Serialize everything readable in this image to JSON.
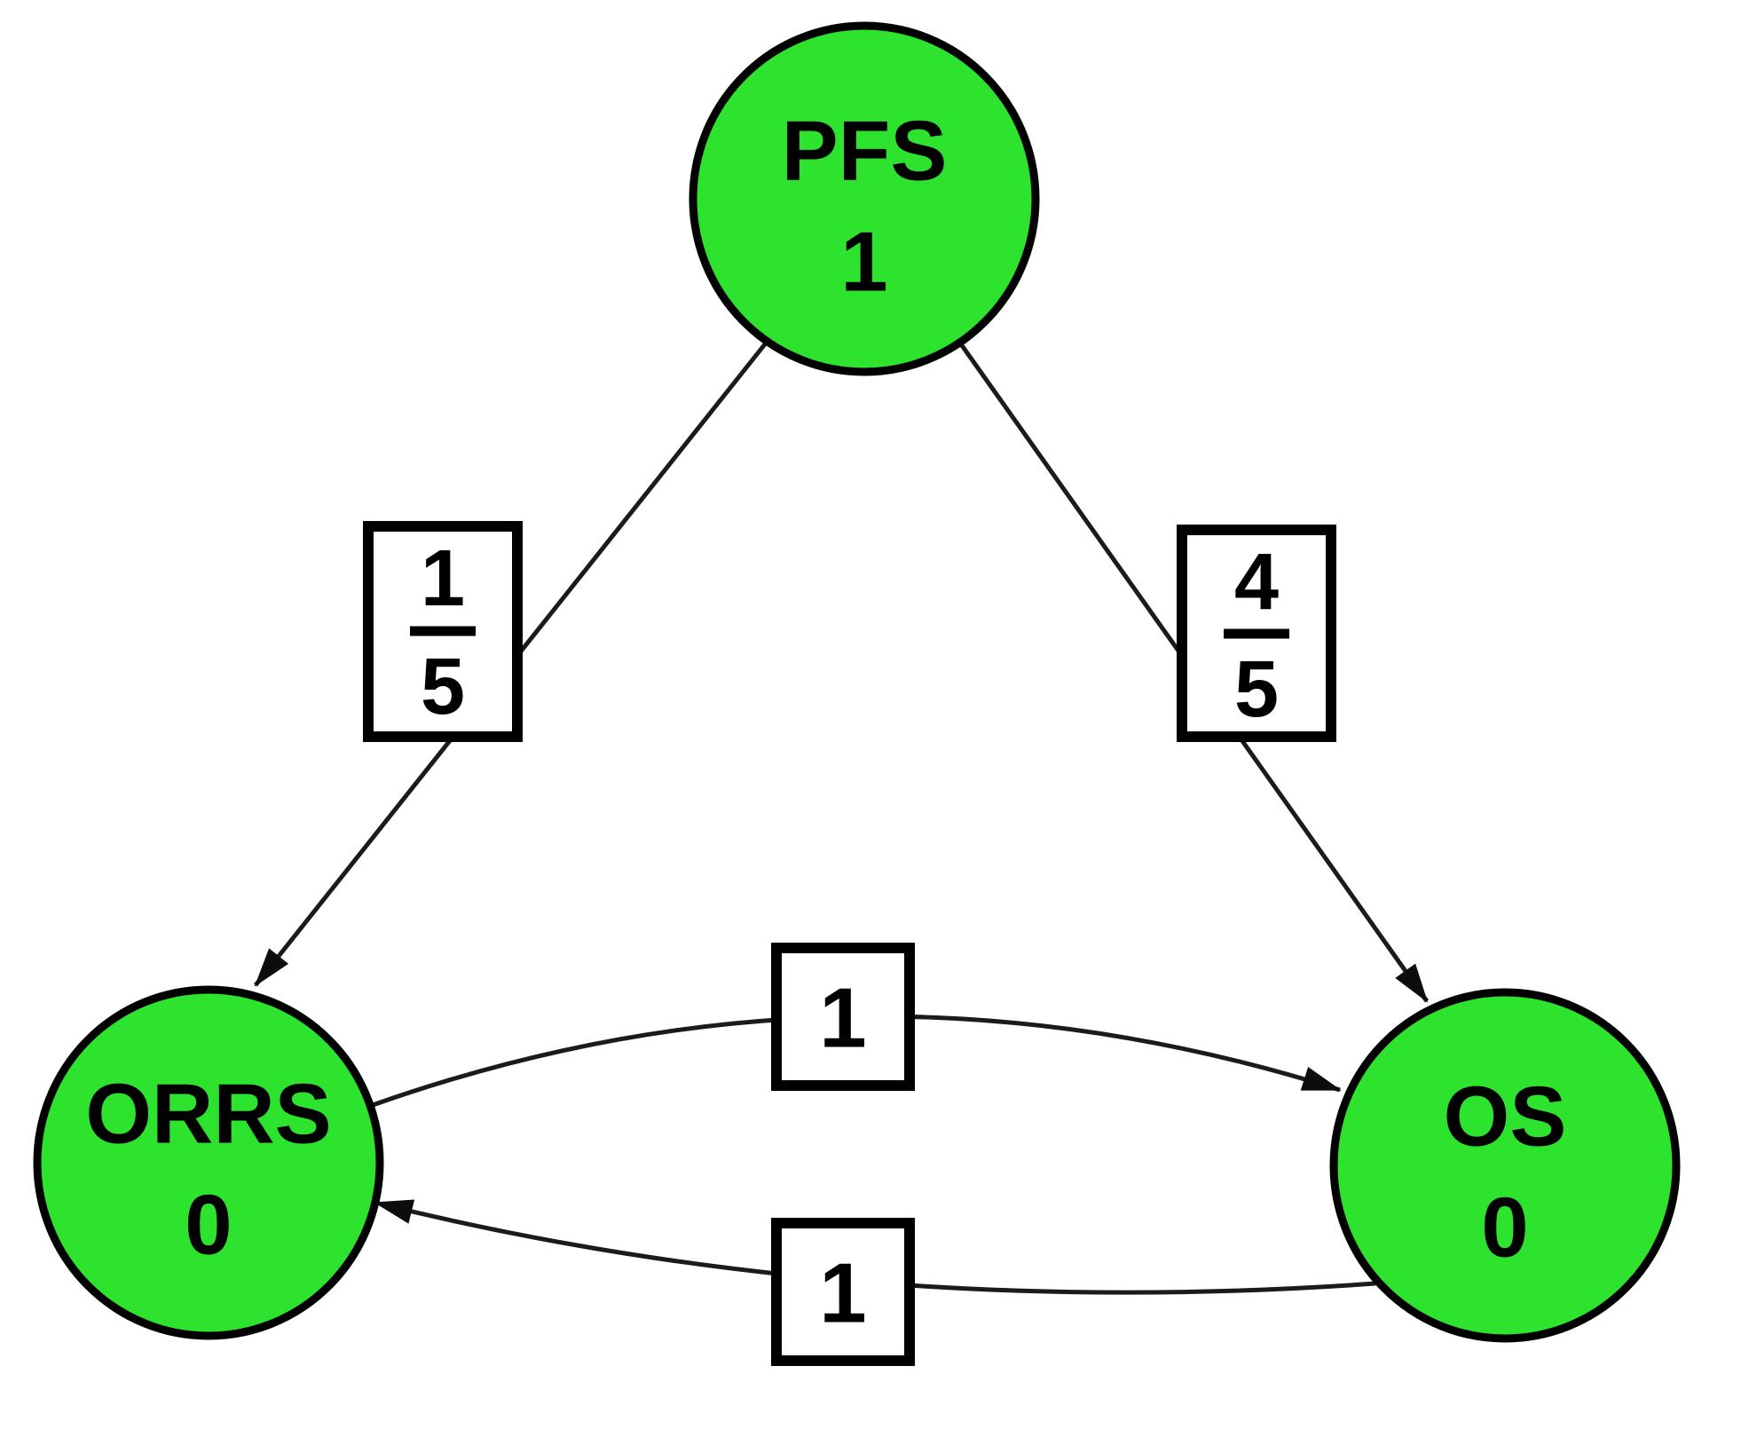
{
  "diagram": {
    "colors": {
      "background": "#ffffff",
      "node_fill": "#2ee32e",
      "node_border": "#000000",
      "edge": "#1b1b1b",
      "arrowhead": "#0d0d0d",
      "label_box_bg": "#ffffff",
      "label_box_border": "#000000"
    },
    "nodes": {
      "pfs": {
        "name": "PFS",
        "value": "1"
      },
      "orrs": {
        "name": "ORRS",
        "value": "0"
      },
      "os": {
        "name": "OS",
        "value": "0"
      }
    },
    "edges": {
      "pfs_to_orrs": {
        "from": "PFS",
        "to": "ORRS",
        "label": "1/5",
        "numerator": "1",
        "denominator": "5"
      },
      "pfs_to_os": {
        "from": "PFS",
        "to": "OS",
        "label": "4/5",
        "numerator": "4",
        "denominator": "5"
      },
      "orrs_to_os": {
        "from": "ORRS",
        "to": "OS",
        "label": "1"
      },
      "os_to_orrs": {
        "from": "OS",
        "to": "ORRS",
        "label": "1"
      }
    }
  }
}
